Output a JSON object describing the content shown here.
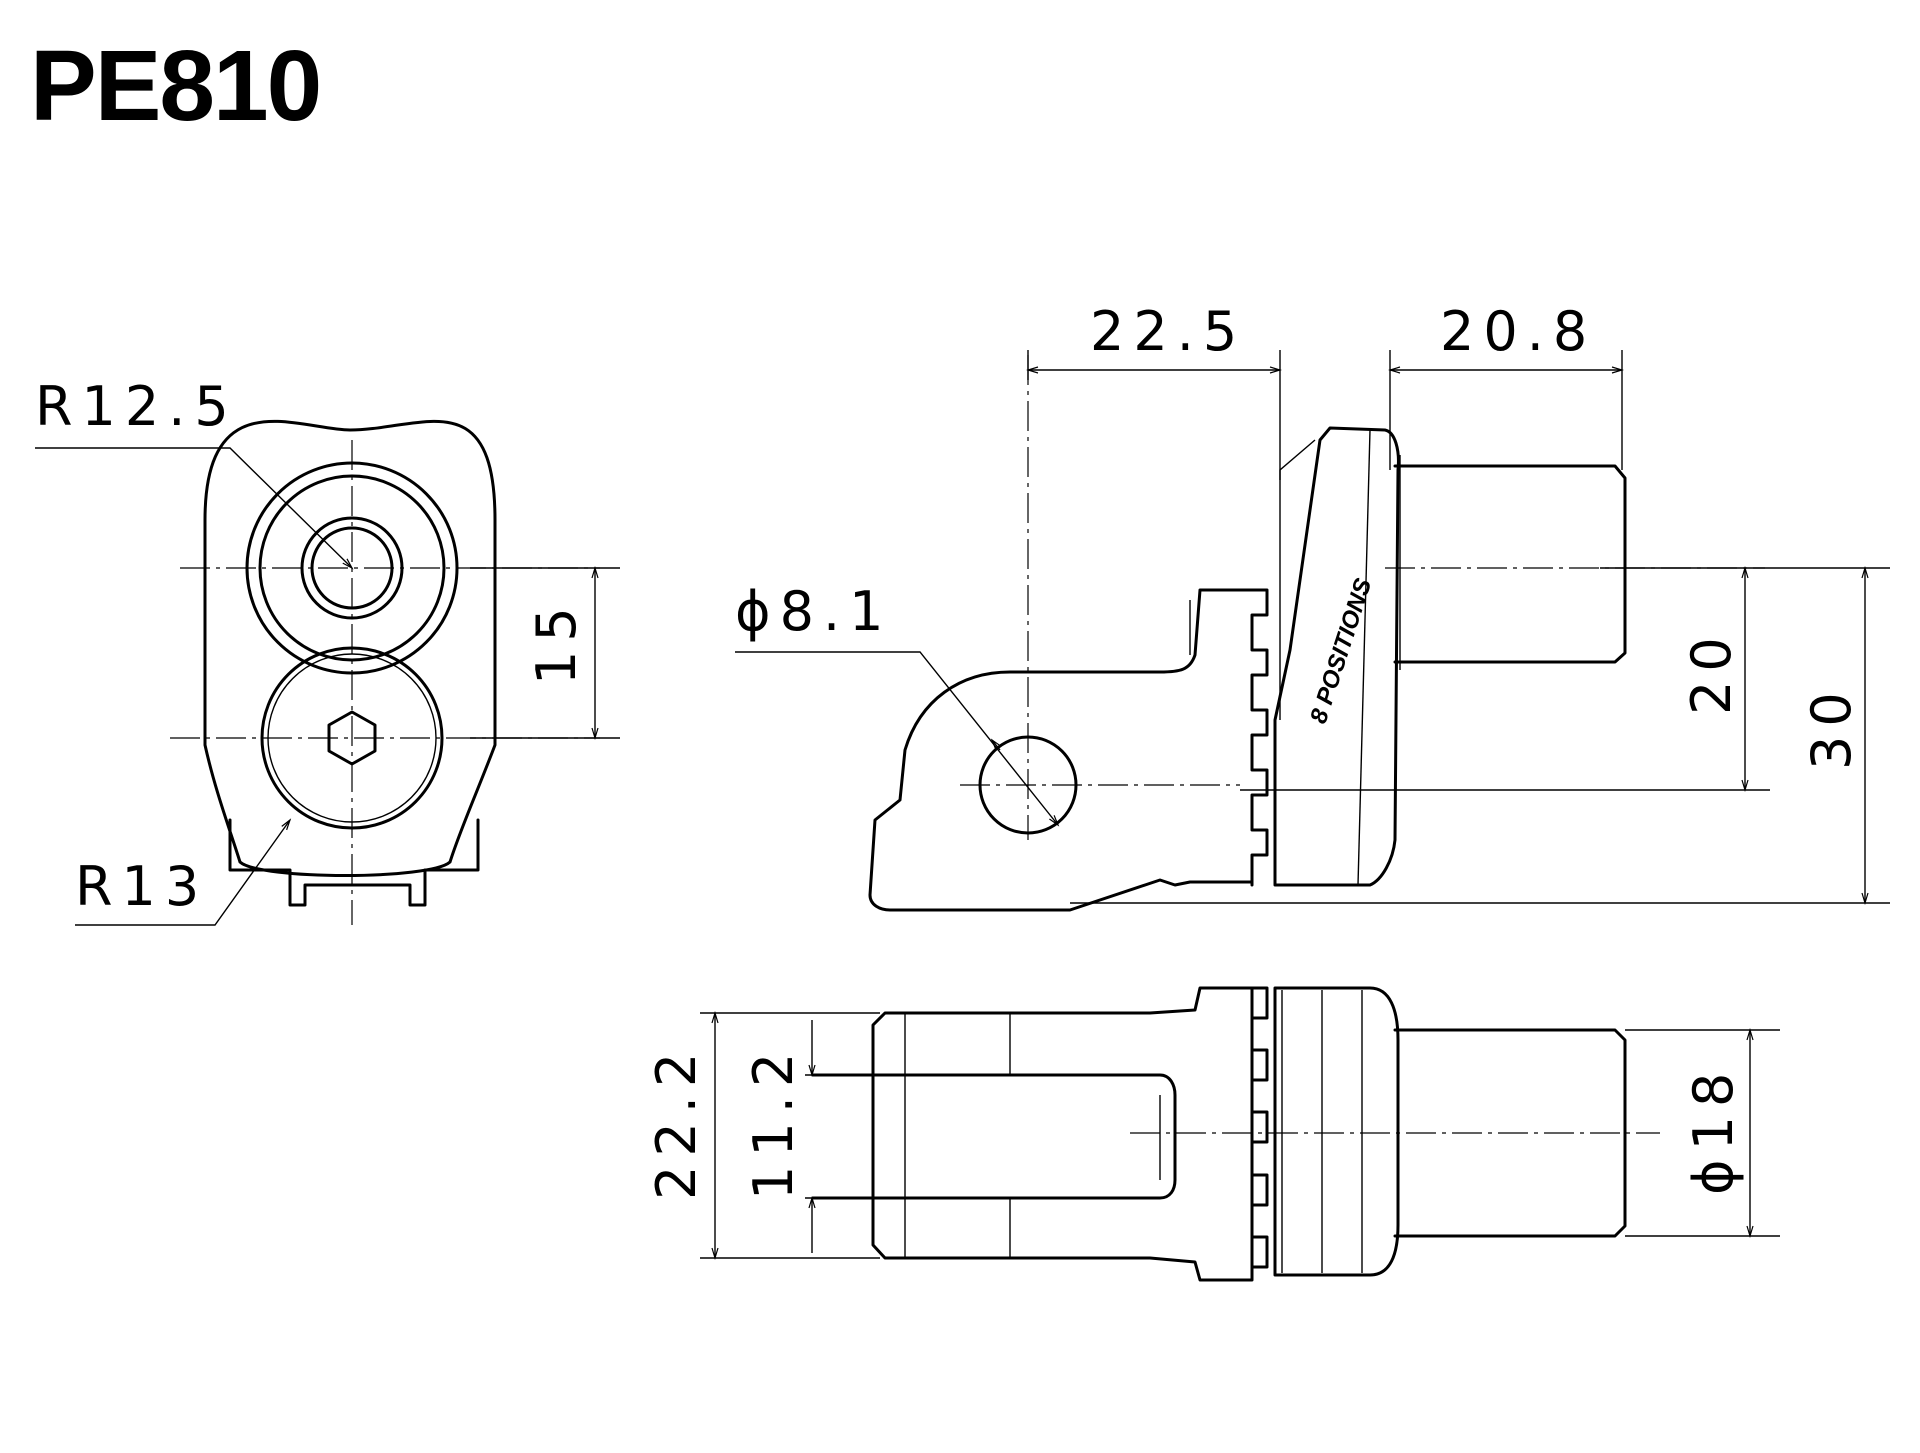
{
  "title": "PE810",
  "front_view": {
    "radius_upper": "R12.5",
    "radius_lower": "R13",
    "height_between_holes": "15"
  },
  "side_view": {
    "length_left": "22.5",
    "length_right": "20.8",
    "hole_diameter": "ϕ8.1",
    "height_to_axis": "20",
    "overall_height": "30",
    "marking": "8 POSITIONS"
  },
  "top_view": {
    "overall_width": "22.2",
    "slot_width": "11.2",
    "shaft_diameter": "ϕ18"
  }
}
